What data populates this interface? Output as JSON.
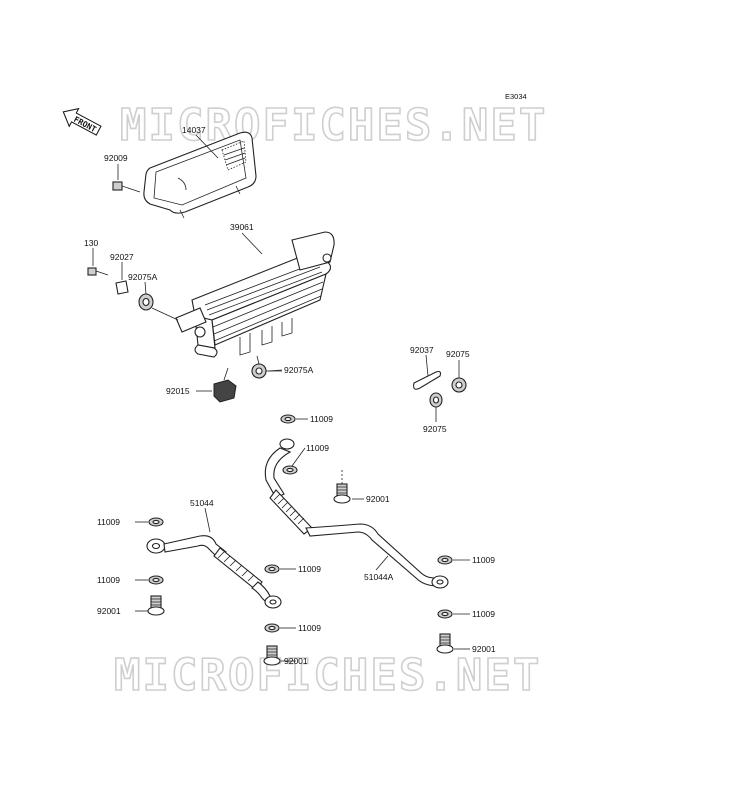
{
  "diagram_code": "E3034",
  "watermark": "MICROFICHES.NET",
  "front_marker": "FRONT",
  "part_labels": [
    {
      "id": "lbl-14037",
      "text": "14037"
    },
    {
      "id": "lbl-92009",
      "text": "92009"
    },
    {
      "id": "lbl-130",
      "text": "130"
    },
    {
      "id": "lbl-92027",
      "text": "92027"
    },
    {
      "id": "lbl-39061",
      "text": "39061"
    },
    {
      "id": "lbl-92075a-top",
      "text": "92075A"
    },
    {
      "id": "lbl-92075a-bottom",
      "text": "92075A"
    },
    {
      "id": "lbl-92015",
      "text": "92015"
    },
    {
      "id": "lbl-92037",
      "text": "92037"
    },
    {
      "id": "lbl-92075-top",
      "text": "92075"
    },
    {
      "id": "lbl-92075-bottom",
      "text": "92075"
    },
    {
      "id": "lbl-11009-1",
      "text": "11009"
    },
    {
      "id": "lbl-11009-2",
      "text": "11009"
    },
    {
      "id": "lbl-92001-1",
      "text": "92001"
    },
    {
      "id": "lbl-51044",
      "text": "51044"
    },
    {
      "id": "lbl-11009-3",
      "text": "11009"
    },
    {
      "id": "lbl-11009-4",
      "text": "11009"
    },
    {
      "id": "lbl-11009-5",
      "text": "11009"
    },
    {
      "id": "lbl-92001-2",
      "text": "92001"
    },
    {
      "id": "lbl-11009-6",
      "text": "11009"
    },
    {
      "id": "lbl-92001-3",
      "text": "92001"
    },
    {
      "id": "lbl-51044a",
      "text": "51044A"
    },
    {
      "id": "lbl-11009-7",
      "text": "11009"
    },
    {
      "id": "lbl-11009-8",
      "text": "11009"
    },
    {
      "id": "lbl-92001-4",
      "text": "92001"
    }
  ]
}
